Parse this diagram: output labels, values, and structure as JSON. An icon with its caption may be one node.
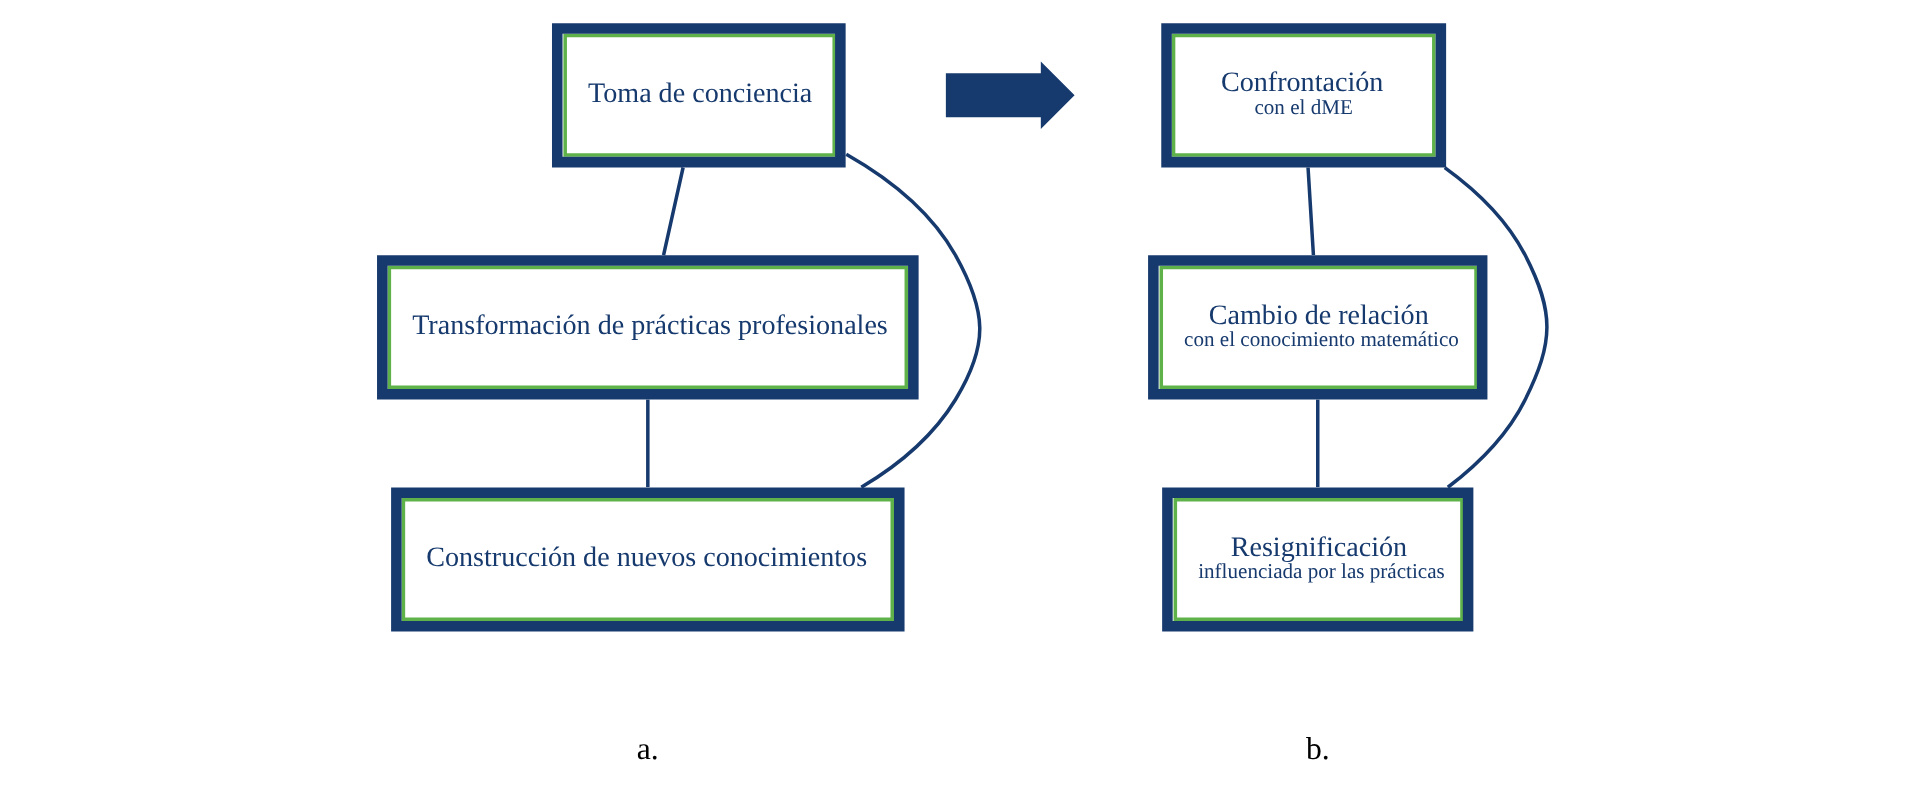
{
  "diagram": {
    "nodes": [
      {
        "text": [
          "Toma de conciencia"
        ]
      },
      {
        "text": [
          "Transformación de prácticas profesionales"
        ]
      },
      {
        "text": [
          "Construcción de nuevos conocimientos"
        ]
      },
      {
        "text": [],
        "shape": "arrow"
      },
      {
        "text": [
          "Confrontación",
          "con el dME"
        ]
      },
      {
        "text": [
          "Cambio de relación",
          "con el conocimiento matemático"
        ]
      },
      {
        "text": [
          "Resignificación",
          "influenciada por las prácticas"
        ]
      }
    ],
    "edges": [
      {
        "from": 0,
        "to": 1,
        "arrow": "none"
      },
      {
        "from": 1,
        "to": 2,
        "arrow": "none"
      },
      {
        "from": 2,
        "to": 0,
        "arrow": "none"
      },
      {
        "from": 4,
        "to": 5,
        "arrow": "none"
      },
      {
        "from": 5,
        "to": 6,
        "arrow": "none"
      },
      {
        "from": 6,
        "to": 4,
        "arrow": "none"
      }
    ],
    "labels": [
      "a.",
      "b."
    ]
  }
}
